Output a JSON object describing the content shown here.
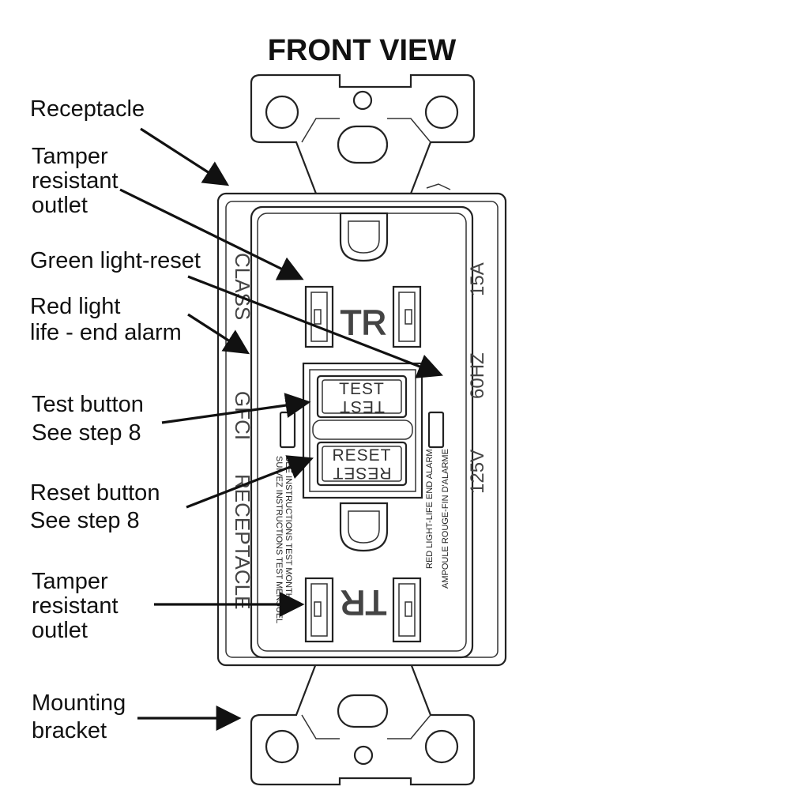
{
  "title": "FRONT VIEW",
  "labels": {
    "receptacle": "Receptacle",
    "tamper_top": [
      "Tamper",
      "resistant",
      "outlet"
    ],
    "green_light": "Green light-reset",
    "red_light": [
      "Red light",
      "life - end alarm"
    ],
    "test_button": [
      "Test button",
      "See step 8"
    ],
    "reset_button": [
      "Reset button",
      "See step 8"
    ],
    "tamper_bottom": [
      "Tamper",
      "resistant",
      "outlet"
    ],
    "mounting_bracket": [
      "Mounting",
      "bracket"
    ]
  },
  "device": {
    "left_vertical_text": [
      "CLASS",
      "GFCI",
      "RECEPTACLE"
    ],
    "right_vertical_text": [
      "15A",
      "60HZ",
      "125V"
    ],
    "tr_mark": "TR",
    "test_label": "TEST",
    "reset_label": "RESET",
    "fine_print_left": [
      "SEE INSTRUCTIONS TEST MONTHLY",
      "SUIVEZ INSTRUCTIONS TEST MENSUEL"
    ],
    "fine_print_right": [
      "RED LIGHT-LIFE END ALARM",
      "AMPOULE ROUGE-FIN D'ALARME"
    ]
  }
}
